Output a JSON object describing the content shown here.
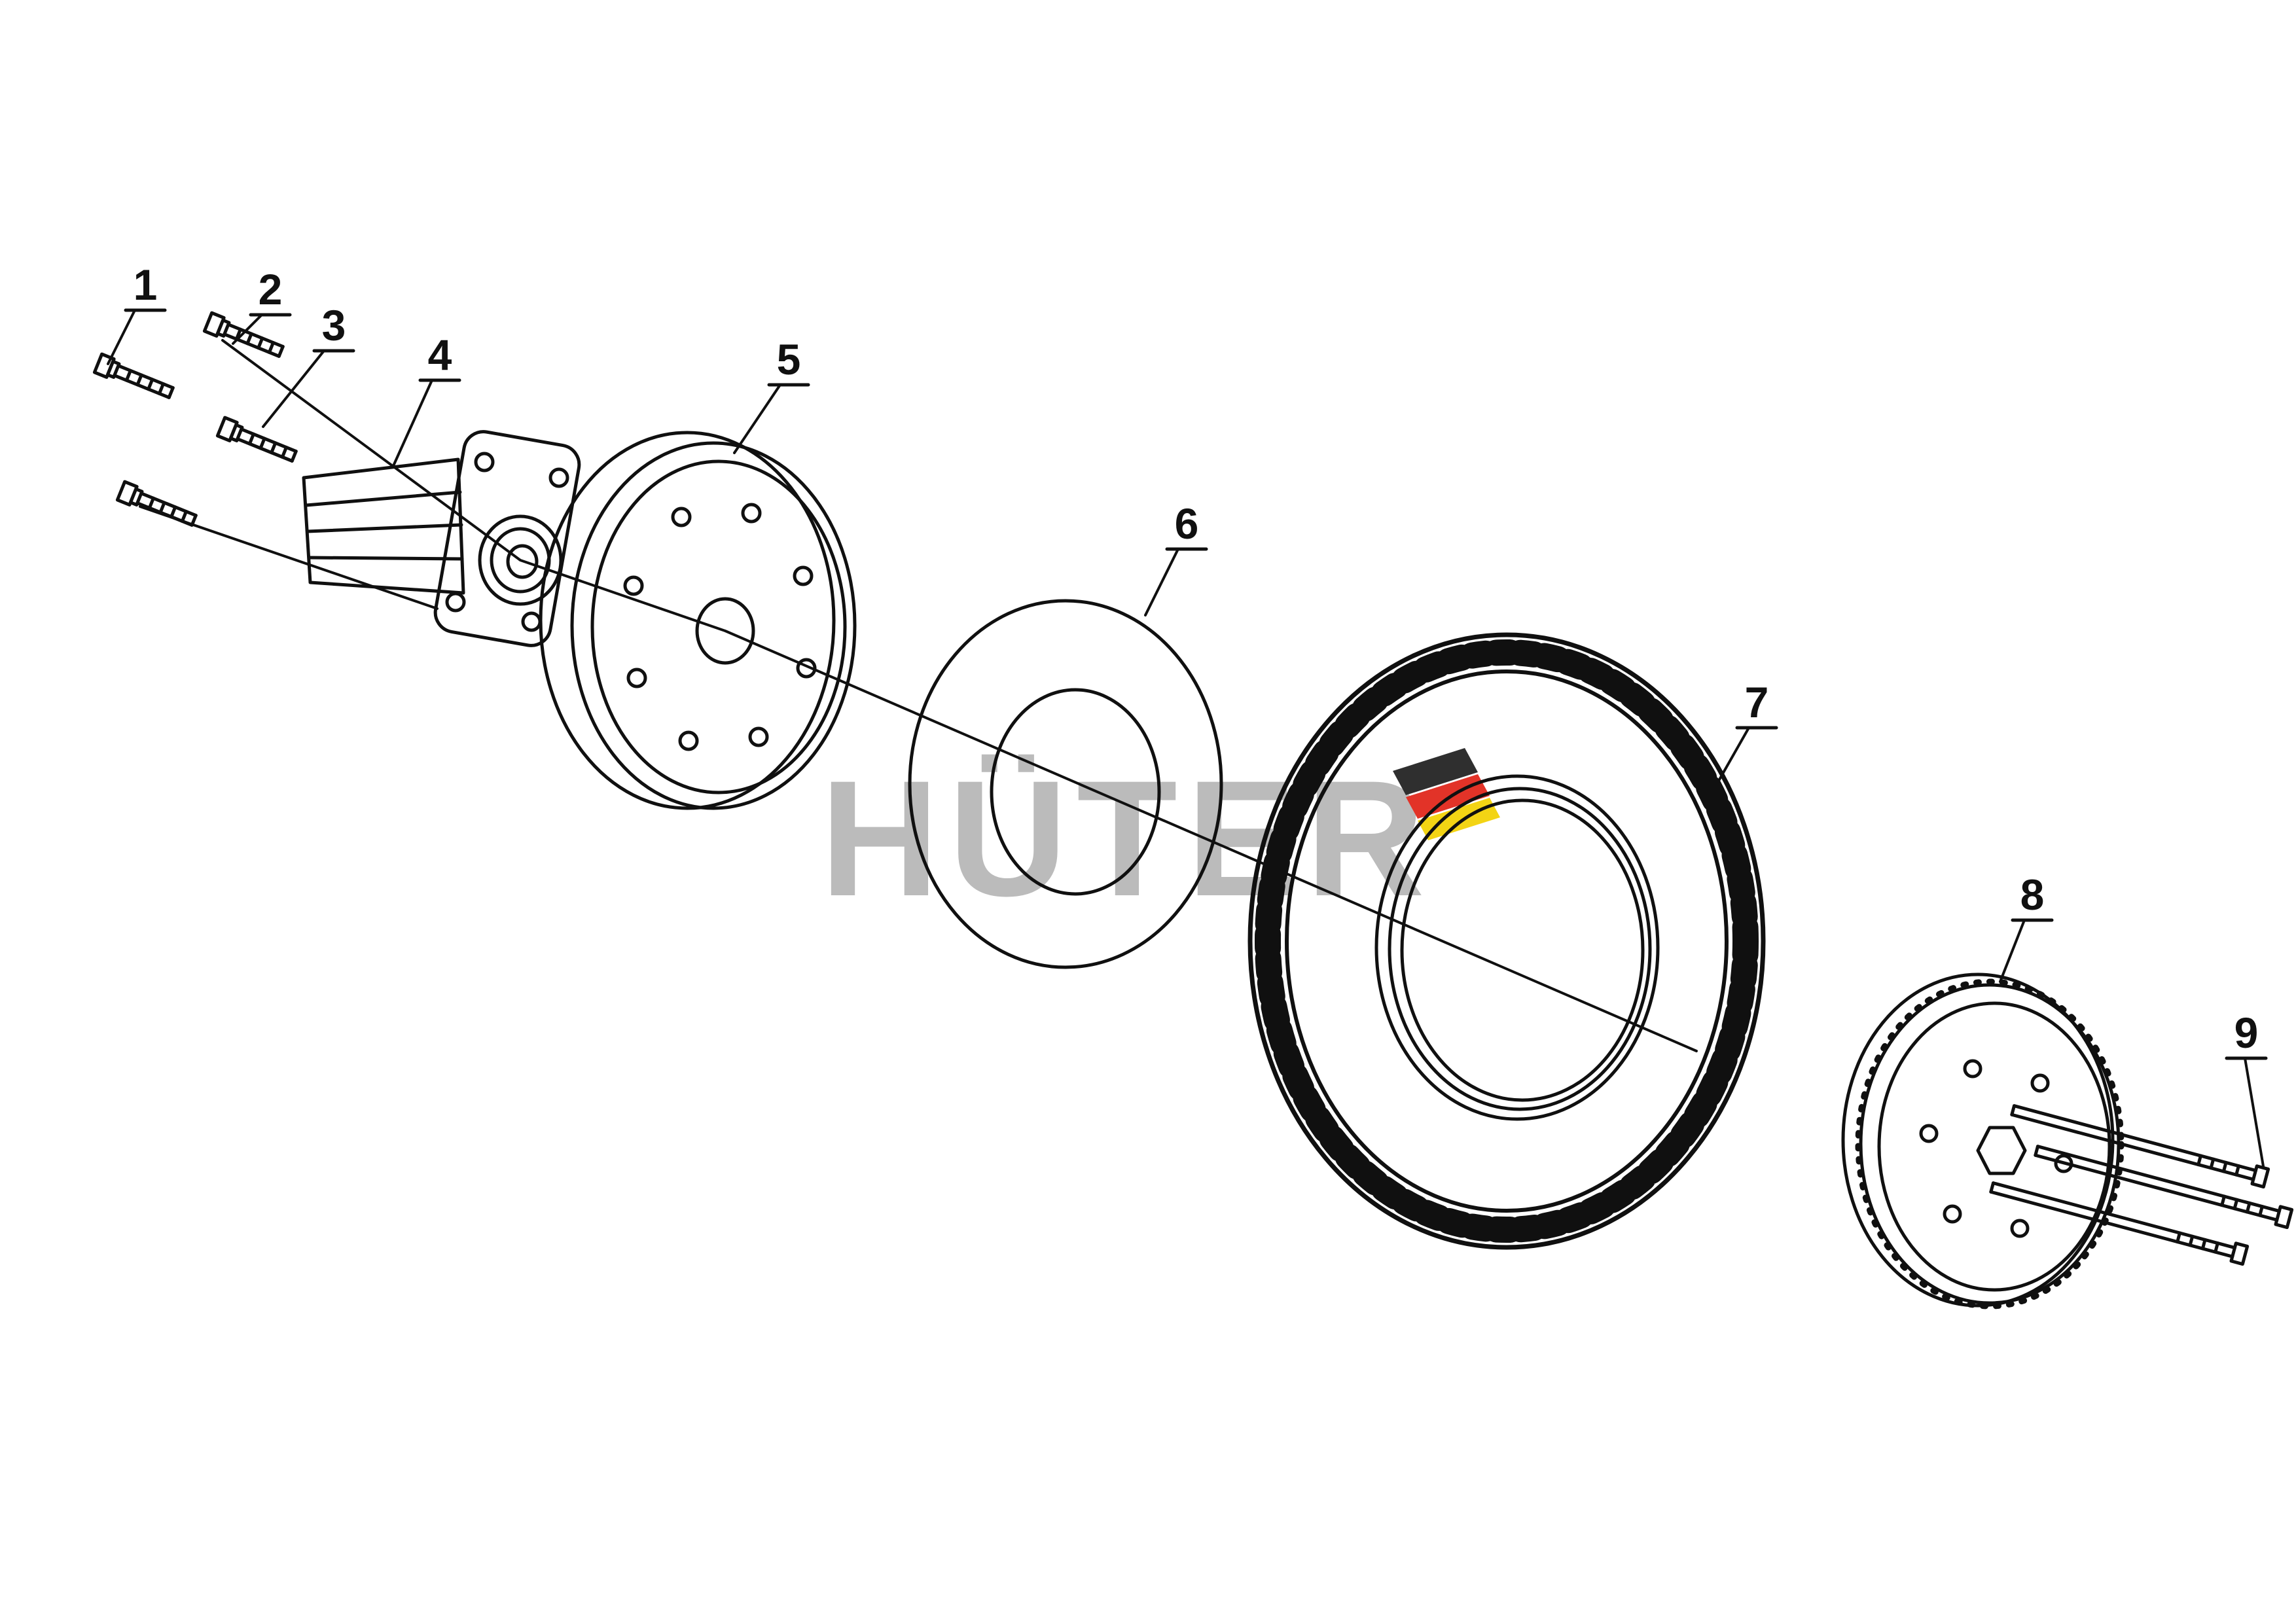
{
  "diagram": {
    "background": "#ffffff",
    "line_color": "#101010",
    "watermark": {
      "text": "HÜTER",
      "color": "#b4b4b4",
      "logo_stripes": [
        {
          "color": "#2f2f2f"
        },
        {
          "color": "#e23328"
        },
        {
          "color": "#f3d414"
        }
      ]
    },
    "parts": [
      {
        "number": "1"
      },
      {
        "number": "2"
      },
      {
        "number": "3"
      },
      {
        "number": "4"
      },
      {
        "number": "5"
      },
      {
        "number": "6"
      },
      {
        "number": "7"
      },
      {
        "number": "8"
      },
      {
        "number": "9"
      }
    ]
  }
}
